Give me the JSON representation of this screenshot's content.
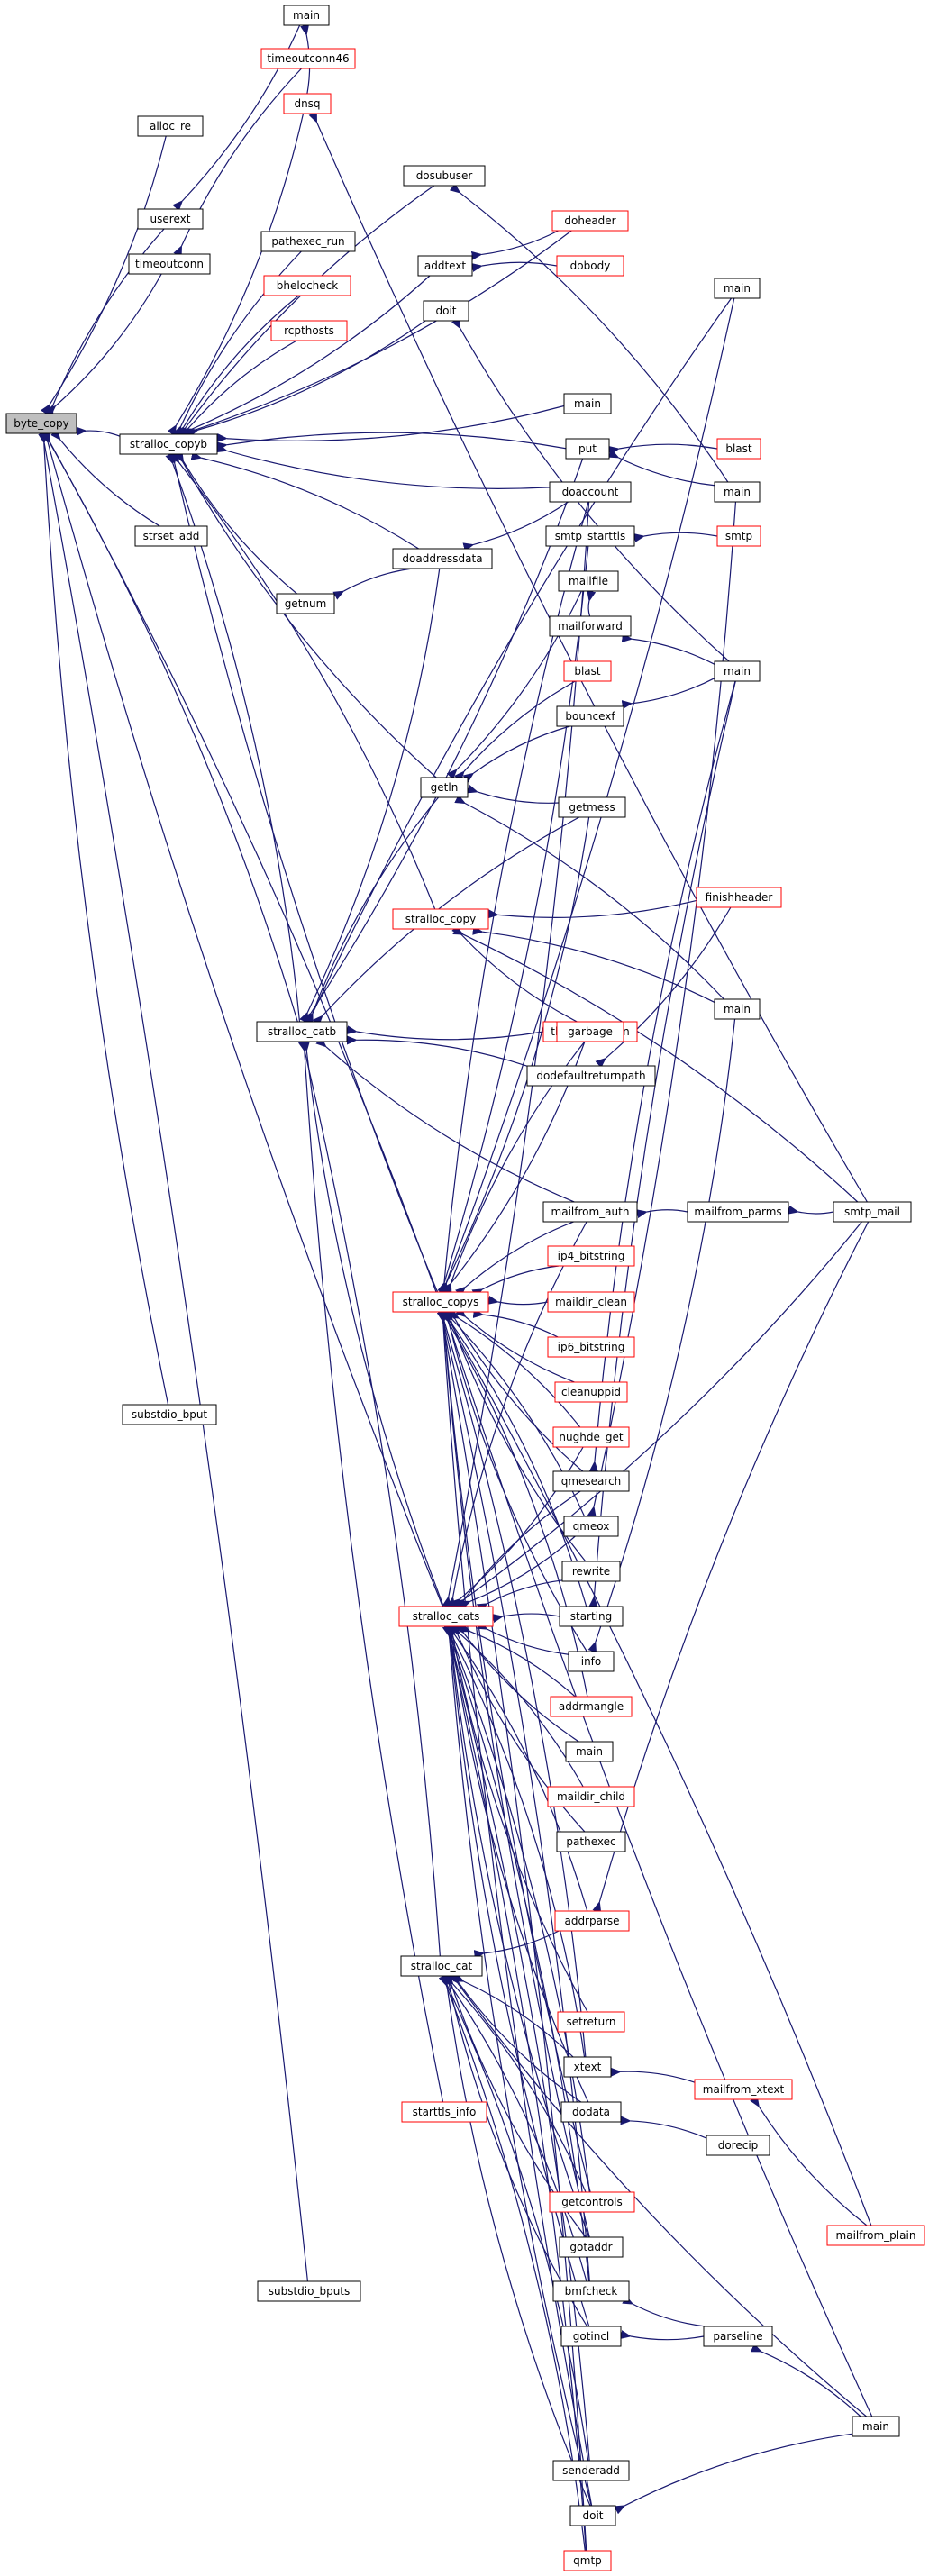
{
  "colors": {
    "edge": "#191970",
    "border_normal": "#000000",
    "border_red": "#ff0000",
    "highlight_fill": "#bfbfbf",
    "box_fill": "#ffffff",
    "text": "#000000"
  },
  "nodes": {
    "byte_copy": {
      "label": "byte_copy",
      "style": "highlight"
    },
    "main_a": {
      "label": "main",
      "style": "normal"
    },
    "timeoutconn46": {
      "label": "timeoutconn46",
      "style": "red"
    },
    "alloc_re": {
      "label": "alloc_re",
      "style": "normal"
    },
    "dnsq": {
      "label": "dnsq",
      "style": "red"
    },
    "userext": {
      "label": "userext",
      "style": "normal"
    },
    "dosubuser": {
      "label": "dosubuser",
      "style": "normal"
    },
    "doheader": {
      "label": "doheader",
      "style": "red"
    },
    "pathexec_run": {
      "label": "pathexec_run",
      "style": "normal"
    },
    "timeoutconn": {
      "label": "timeoutconn",
      "style": "normal"
    },
    "addtext": {
      "label": "addtext",
      "style": "normal"
    },
    "dobody": {
      "label": "dobody",
      "style": "red"
    },
    "bhelocheck": {
      "label": "bhelocheck",
      "style": "red"
    },
    "main_b": {
      "label": "main",
      "style": "normal"
    },
    "doit_a": {
      "label": "doit",
      "style": "normal"
    },
    "rcpthosts": {
      "label": "rcpthosts",
      "style": "red"
    },
    "main_c": {
      "label": "main",
      "style": "normal"
    },
    "stralloc_copyb": {
      "label": "stralloc_copyb",
      "style": "normal"
    },
    "put": {
      "label": "put",
      "style": "normal"
    },
    "blast_a": {
      "label": "blast",
      "style": "red"
    },
    "main_d": {
      "label": "main",
      "style": "normal"
    },
    "doaccount": {
      "label": "doaccount",
      "style": "normal"
    },
    "strset_add": {
      "label": "strset_add",
      "style": "normal"
    },
    "smtp_starttls": {
      "label": "smtp_starttls",
      "style": "normal"
    },
    "smtp": {
      "label": "smtp",
      "style": "red"
    },
    "doaddressdata": {
      "label": "doaddressdata",
      "style": "normal"
    },
    "getnum": {
      "label": "getnum",
      "style": "normal"
    },
    "mailfile": {
      "label": "mailfile",
      "style": "normal"
    },
    "mailforward": {
      "label": "mailforward",
      "style": "normal"
    },
    "main_e": {
      "label": "main",
      "style": "normal"
    },
    "blast_b": {
      "label": "blast",
      "style": "red"
    },
    "bouncexf": {
      "label": "bouncexf",
      "style": "normal"
    },
    "getln": {
      "label": "getln",
      "style": "normal"
    },
    "getmess": {
      "label": "getmess",
      "style": "normal"
    },
    "finishheader": {
      "label": "finishheader",
      "style": "red"
    },
    "stralloc_copy": {
      "label": "stralloc_copy",
      "style": "red"
    },
    "main_f": {
      "label": "main",
      "style": "normal"
    },
    "tls_destination": {
      "label": "tls_destination",
      "style": "red"
    },
    "stralloc_catb": {
      "label": "stralloc_catb",
      "style": "normal"
    },
    "garbage": {
      "label": "garbage",
      "style": "red"
    },
    "dodefaultreturnpath": {
      "label": "dodefaultreturnpath",
      "style": "normal"
    },
    "mailfrom_auth": {
      "label": "mailfrom_auth",
      "style": "normal"
    },
    "mailfrom_parms": {
      "label": "mailfrom_parms",
      "style": "normal"
    },
    "smtp_mail": {
      "label": "smtp_mail",
      "style": "normal"
    },
    "ip4_bitstring": {
      "label": "ip4_bitstring",
      "style": "red"
    },
    "stralloc_copys": {
      "label": "stralloc_copys",
      "style": "red"
    },
    "maildir_clean": {
      "label": "maildir_clean",
      "style": "red"
    },
    "ip6_bitstring": {
      "label": "ip6_bitstring",
      "style": "red"
    },
    "cleanuppid": {
      "label": "cleanuppid",
      "style": "red"
    },
    "substdio_bput": {
      "label": "substdio_bput",
      "style": "normal"
    },
    "nughde_get": {
      "label": "nughde_get",
      "style": "red"
    },
    "qmesearch": {
      "label": "qmesearch",
      "style": "normal"
    },
    "qmeox": {
      "label": "qmeox",
      "style": "normal"
    },
    "rewrite": {
      "label": "rewrite",
      "style": "normal"
    },
    "stralloc_cats": {
      "label": "stralloc_cats",
      "style": "red"
    },
    "starting": {
      "label": "starting",
      "style": "normal"
    },
    "info": {
      "label": "info",
      "style": "normal"
    },
    "addrmangle": {
      "label": "addrmangle",
      "style": "red"
    },
    "main_g": {
      "label": "main",
      "style": "normal"
    },
    "maildir_child": {
      "label": "maildir_child",
      "style": "red"
    },
    "pathexec": {
      "label": "pathexec",
      "style": "normal"
    },
    "addrparse": {
      "label": "addrparse",
      "style": "red"
    },
    "stralloc_cat": {
      "label": "stralloc_cat",
      "style": "normal"
    },
    "setreturn": {
      "label": "setreturn",
      "style": "red"
    },
    "xtext": {
      "label": "xtext",
      "style": "normal"
    },
    "mailfrom_xtext": {
      "label": "mailfrom_xtext",
      "style": "red"
    },
    "starttls_info": {
      "label": "starttls_info",
      "style": "red"
    },
    "dodata": {
      "label": "dodata",
      "style": "normal"
    },
    "dorecip": {
      "label": "dorecip",
      "style": "normal"
    },
    "getcontrols": {
      "label": "getcontrols",
      "style": "red"
    },
    "mailfrom_plain": {
      "label": "mailfrom_plain",
      "style": "red"
    },
    "gotaddr": {
      "label": "gotaddr",
      "style": "normal"
    },
    "substdio_bputs": {
      "label": "substdio_bputs",
      "style": "normal"
    },
    "bmfcheck": {
      "label": "bmfcheck",
      "style": "normal"
    },
    "gotincl": {
      "label": "gotincl",
      "style": "normal"
    },
    "parseline": {
      "label": "parseline",
      "style": "normal"
    },
    "main_h": {
      "label": "main",
      "style": "normal"
    },
    "senderadd": {
      "label": "senderadd",
      "style": "normal"
    },
    "doit_b": {
      "label": "doit",
      "style": "normal"
    },
    "qmtp": {
      "label": "qmtp",
      "style": "red"
    }
  }
}
